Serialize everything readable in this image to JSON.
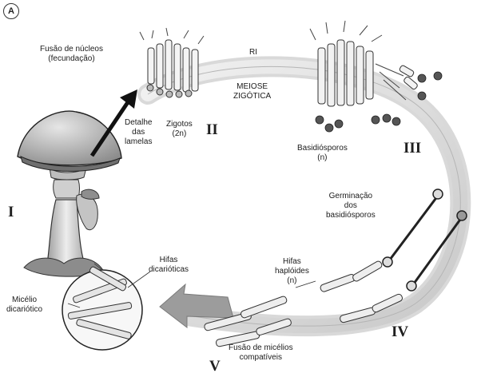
{
  "panel_badge": "A",
  "stage_numbers": [
    "I",
    "II",
    "III",
    "IV",
    "V"
  ],
  "labels": {
    "fusion_nuclei": [
      "Fusão de núcleos",
      "(fecundação)"
    ],
    "ri": "RI",
    "meiosis": [
      "MEIOSE",
      "ZIGÓTICA"
    ],
    "lamellae_detail": [
      "Detalhe",
      "das",
      "lamelas"
    ],
    "zygotes": [
      "Zigotos",
      "(2n)"
    ],
    "basidiospores": [
      "Basidiósporos",
      "(n)"
    ],
    "germination": [
      "Germinação",
      "dos",
      "basidiósporos"
    ],
    "haploid_hyphae": [
      "Hifas",
      "haplóides",
      "(n)"
    ],
    "dikaryotic_hyphae": [
      "Hifas",
      "dicarióticas"
    ],
    "dikaryotic_mycelium": [
      "Micélio",
      "dicariótico"
    ],
    "mycelium_fusion": [
      "Fusão de micélios",
      "compatíveis"
    ]
  }
}
